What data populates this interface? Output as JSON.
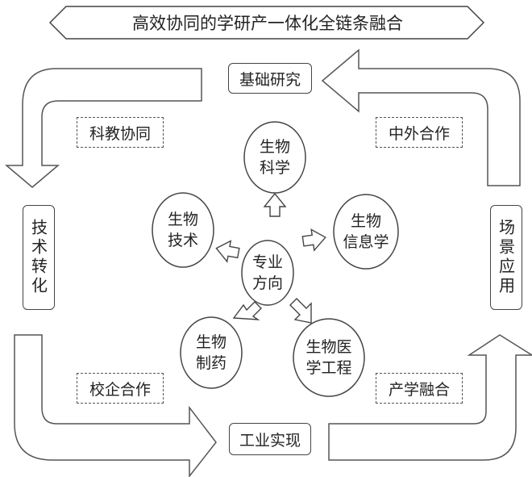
{
  "title": "高效协同的学研产一体化全链条融合",
  "stages": {
    "basic_research": "基础研究",
    "tech_transfer": "技术转化",
    "industrial_realization": "工业实现",
    "scenario_application": "场景应用"
  },
  "collaborations": {
    "science_education": "科教协同",
    "international": "中外合作",
    "school_enterprise": "校企合作",
    "industry_academia": "产学融合"
  },
  "center": "专业\n方向",
  "disciplines": {
    "bio_science": "生物\n科学",
    "bio_informatics": "生物\n信息学",
    "bio_medical_eng": "生物医\n学工程",
    "bio_pharma": "生物\n制药",
    "bio_tech": "生物\n技术"
  }
}
